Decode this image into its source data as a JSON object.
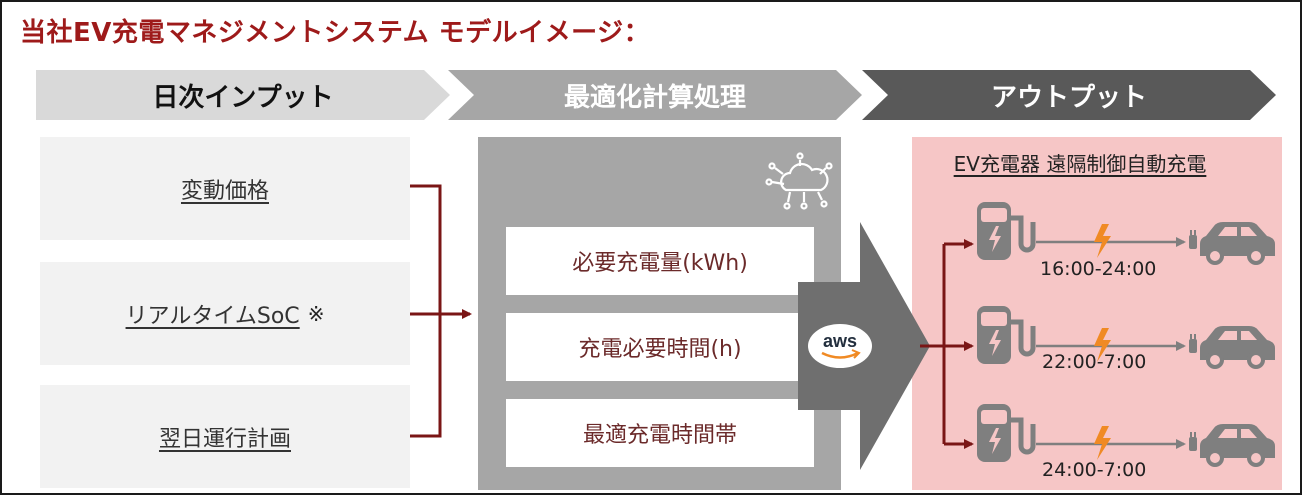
{
  "title": "当社EV充電マネジメントシステム モデルイメージ：",
  "stages": [
    {
      "label": "日次インプット"
    },
    {
      "label": "最適化計算処理"
    },
    {
      "label": "アウトプット"
    }
  ],
  "inputs": [
    {
      "label": "変動価格",
      "mark": ""
    },
    {
      "label": "リアルタイムSoC",
      "mark": "※"
    },
    {
      "label": "翌日運行計画",
      "mark": ""
    }
  ],
  "processing": {
    "items": [
      "必要充電量(kWh)",
      "充電必要時間(h)",
      "最適充電時間帯"
    ],
    "cloud_badge": "aws",
    "icon": "cloud-network-icon"
  },
  "output": {
    "title": "EV充電器 遠隔制御自動充電",
    "schedules": [
      "16:00-24:00",
      "22:00-7:00",
      "24:00-7:00"
    ],
    "icons": [
      "charger-icon",
      "lightning-icon",
      "plug-icon",
      "car-icon"
    ]
  },
  "colors": {
    "title": "#9e1a1a",
    "connector": "#7a1515",
    "output_bg": "#f6c6c6",
    "process_bg": "#a6a6a6",
    "bolt": "#f08a24"
  }
}
